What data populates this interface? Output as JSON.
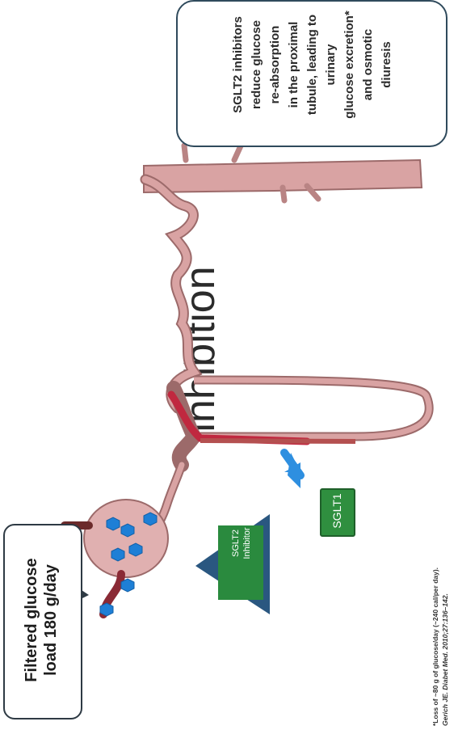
{
  "title": "inhibition",
  "filtered_glucose": {
    "line1": "Filtered glucose",
    "line2": "load 180 g/day"
  },
  "callout": {
    "lines": [
      "SGLT2 inhibitors",
      "reduce glucose",
      "re-absorption",
      "in the proximal",
      "tubule, leading to",
      "urinary",
      "glucose excretion*",
      "and osmotic",
      "diuresis"
    ]
  },
  "sglt2_inhibitor": {
    "line1": "SGLT2",
    "line2": "Inhibitor"
  },
  "sglt1": "SGLT1",
  "footnote": {
    "line1": "*Loss of ~80 g of glucose/day (~240 cal/per day).",
    "line2": "Gerich JE. Diabet Med. 2010;27:136–142."
  },
  "colors": {
    "tubule": "#d9a3a3",
    "tubule_outline": "#9c6a6a",
    "vessel": "#b8304a",
    "glucose": "#1e7fd6",
    "green": "#2a8a3e",
    "triangle": "#1f4e79",
    "arrow": "#2e8fe0"
  }
}
